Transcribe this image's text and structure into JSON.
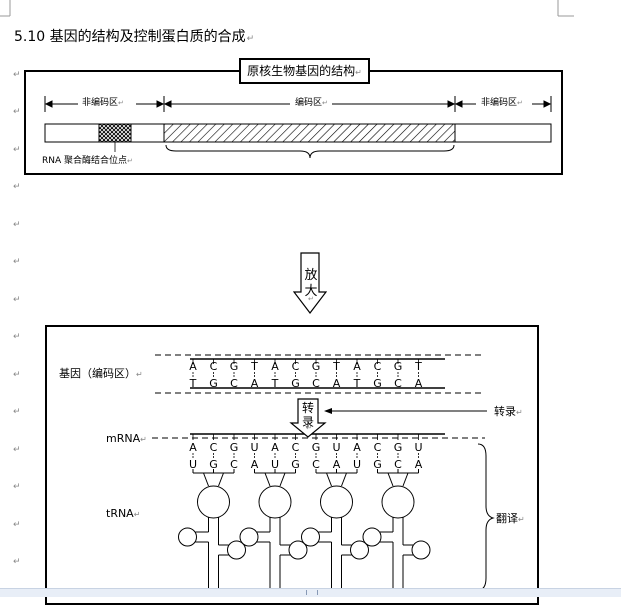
{
  "heading": "5.10 基因的结构及控制蛋白质的合成",
  "para_mark": "↵",
  "top_diagram": {
    "title": "原核生物基因的结构",
    "left_region": "非编码区",
    "middle_region": "编码区",
    "right_region": "非编码区",
    "rna_site": "RNA 聚合酶结合位点"
  },
  "arrow_enlarge": {
    "char1": "放",
    "char2": "大"
  },
  "bottom_diagram": {
    "gene_label": "基因（编码区）",
    "transcribe_chars": [
      "转",
      "录"
    ],
    "transcribe_label": "转录",
    "mrna_label": "mRNA",
    "trna_label": "tRNA",
    "translate_label": "翻译",
    "dna_top": [
      "A",
      "C",
      "G",
      "T",
      "A",
      "C",
      "G",
      "T",
      "A",
      "C",
      "G",
      "T"
    ],
    "dna_bottom": [
      "T",
      "G",
      "C",
      "A",
      "T",
      "G",
      "C",
      "A",
      "T",
      "G",
      "C",
      "A"
    ],
    "mrna": [
      "A",
      "C",
      "G",
      "U",
      "A",
      "C",
      "G",
      "U",
      "A",
      "C",
      "G",
      "U"
    ],
    "anticodons": [
      "U",
      "G",
      "C",
      "A",
      "U",
      "G",
      "C",
      "A",
      "U",
      "G",
      "C",
      "A"
    ]
  }
}
